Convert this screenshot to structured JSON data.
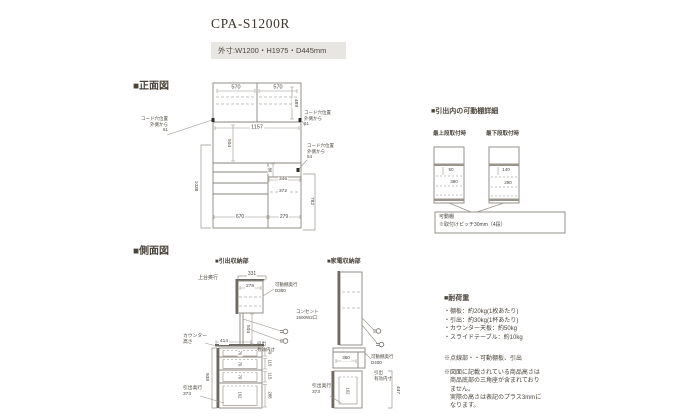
{
  "page": {
    "title": "CPA-S1200R",
    "outer_size": "外寸:W1200・H1975・D445mm"
  },
  "front": {
    "heading": "■正面図",
    "cord_left": "コード穴位置\n外側から\n61",
    "cord_right_top": "コード穴位置\n外側から\n61",
    "cord_right_mid": "コード穴位置\n外側から\n54",
    "d570a": "570",
    "d570b": "570",
    "d489": "489",
    "d1157": "1157",
    "d504": "504",
    "d1038": "1038",
    "d88": "88",
    "d346": "346",
    "d372": "372",
    "d782": "782",
    "d670": "670",
    "d279": "279"
  },
  "shelf_detail": {
    "heading": "■引出内の可動棚詳細",
    "label_top": "最上段取付時",
    "label_bottom": "最下段取付時",
    "top_d1": "50",
    "top_d2": "380",
    "bot_d1": "140",
    "bot_d2": "290",
    "note_title": "可動棚",
    "note_body": "※取付けピッチ30mm（4段）"
  },
  "side": {
    "heading": "■側面図",
    "drawer": {
      "heading": "■引出収納部",
      "top_depth_label": "上台奥行",
      "d331": "331",
      "d278": "278",
      "d504": "504",
      "d414": "414",
      "d938": "938",
      "shelf_label": "可動棚奥行\nD360",
      "outlet_label": "コンセント\n1500W2口",
      "counter_label": "カウンター\n高さ",
      "inner_label": "引出\n有効内寸",
      "depth_label": "引出奥行\n373",
      "inner_heights": [
        "70",
        "70",
        "70",
        "162"
      ],
      "effective_heights": [
        "79",
        "115",
        "115",
        "288"
      ]
    },
    "appliance": {
      "heading": "■家電収納部",
      "d360": "360",
      "d447": "447",
      "d162": "162",
      "shelf_label": "可動棚奥行\nD400",
      "inner_label": "引出\n有効内寸",
      "depth_label": "引出奥行\n373"
    }
  },
  "notes": {
    "heading": "■耐荷重",
    "items": [
      "・棚板：約20kg(1枚あたり)",
      "・引出：約30kg(1杯あたり)",
      "・カウンター天板：約50kg",
      "・スライドテーブル：約10kg"
    ],
    "dotted": "※点線部・・可動棚板、引出",
    "height_note": "※図面に記載されている商品高さは\n　商品底部の三角座が含まれており\n　ません。\n　実際の高さは表記のプラス3mmに\n　なります。"
  }
}
